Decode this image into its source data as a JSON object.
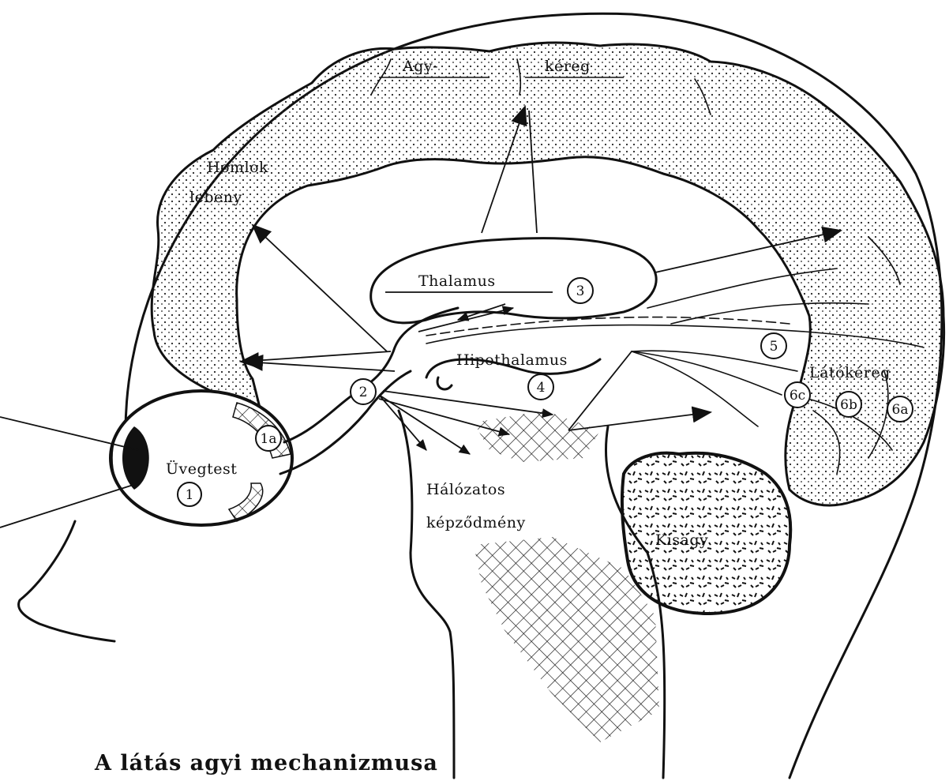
{
  "labels": {
    "cortex_left": "Agy-",
    "cortex_right": "kéreg",
    "frontal_1": "Homlok",
    "frontal_2": "lebeny",
    "thalamus": "Thalamus",
    "hypothalamus": "Hipothalamus",
    "visual_cortex": "Látókéreg",
    "vitreous": "Üvegtest",
    "reticular_1": "Hálózatos",
    "reticular_2": "képződmény",
    "cerebellum": "Kisagy"
  },
  "markers": {
    "m1": "1",
    "m1a": "1a",
    "m2": "2",
    "m3": "3",
    "m4": "4",
    "m5": "5",
    "m6a": "6a",
    "m6b": "6b",
    "m6c": "6c"
  },
  "caption": "A látás agyi mechanizmusa"
}
